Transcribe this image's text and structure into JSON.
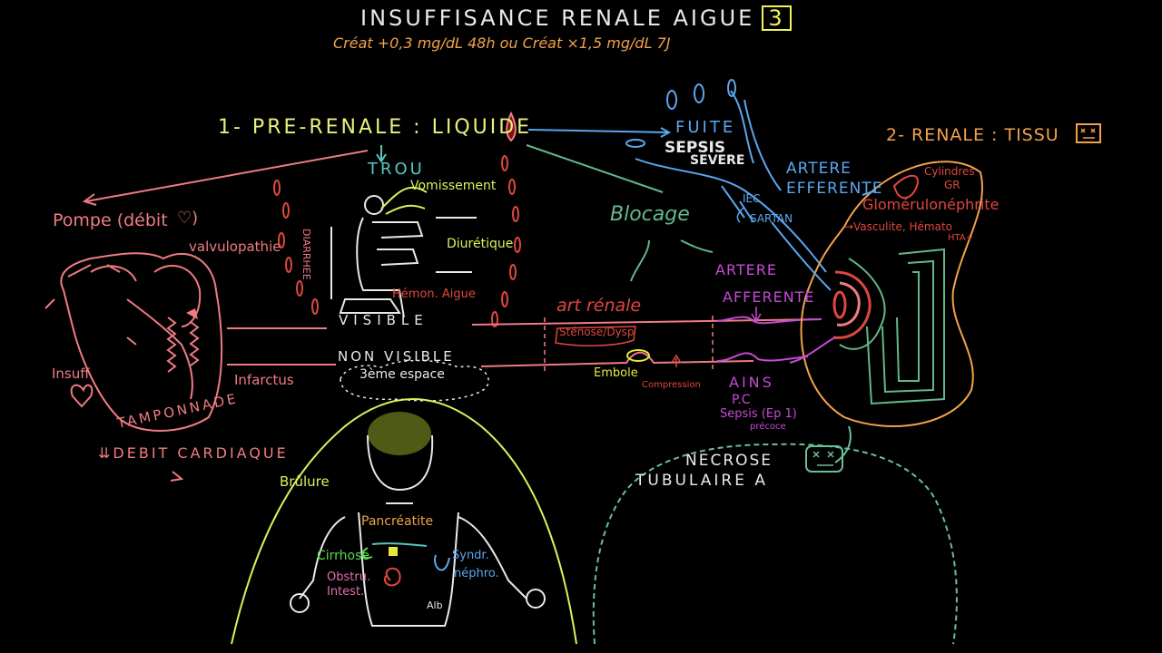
{
  "header": {
    "title": "INSUFFISANCE RENALE AIGUE",
    "episode": "3",
    "criteria": "Créat +0,3 mg/dL 48h ou Créat ×1,5 mg/dL 7J"
  },
  "prerenal": {
    "heading": "1- PRE-RENALE : LIQUIDE",
    "trou": "TROU",
    "causes": {
      "vomissement": "Vomissement",
      "diuretique": "Diurétique",
      "diarrhee": "DIARRHEE",
      "hemorragie": "Hémon. Aigue"
    },
    "visible": "VISIBLE",
    "non_visible": "NON VISIBLE",
    "troisieme_espace": "3ème espace",
    "pompe": "Pompe (débit",
    "valvulopathie": "valvulopathie",
    "insuff": "Insuff",
    "infarctus": "Infarctus",
    "tamponnade": "TAMPONNADE",
    "debit_cardiaque": "DEBIT CARDIAQUE",
    "brulure": "Brûlure",
    "pancreatite": "Pancréatite",
    "cirrhose": "Cirrhose",
    "obstru": "Obstru.",
    "intest": "Intest.",
    "syndr": "Syndr.",
    "nephro": "néphro.",
    "alb": "Alb"
  },
  "middle": {
    "fuite": "FUITE",
    "sepsis": "SEPSIS",
    "severe": "SEVERE",
    "blocage": "Blocage",
    "iec": "IEC",
    "sartan": "SARTAN",
    "artere_efferente_1": "ARTERE",
    "artere_efferente_2": "EFFERENTE",
    "artere_afferente_1": "ARTERE",
    "artere_afferente_2": "AFFERENTE",
    "art_renale": "art rénale",
    "stenose": "Sténose/Dysp",
    "embole": "Embole",
    "compression": "Compression",
    "ains": "AINS",
    "pc": "P.C",
    "sepsis_ep1": "Sepsis (Ep 1)",
    "precoce": "précoce"
  },
  "renal": {
    "heading": "2- RENALE : TISSU",
    "cylindres": "Cylindres",
    "gr": "GR",
    "glomerulo": "Glomérulonéphrite",
    "vasculite": "→Vasculite, Hémato",
    "hta": "HTA+",
    "necrose_1": "NECROSE",
    "necrose_2": "TUBULAIRE A"
  },
  "colors": {
    "title": "#e9e9e9",
    "criteria": "#f2a24a",
    "prerenal": "#eaf07a",
    "pink": "#f07c83",
    "teal": "#56c7c0",
    "blue": "#5aa7f0",
    "green": "#63b88a",
    "magenta": "#c64ad6",
    "yellow_green": "#dff05a",
    "orange": "#f2a24a",
    "necrose": "#6bbf95",
    "red": "#e0473f"
  }
}
